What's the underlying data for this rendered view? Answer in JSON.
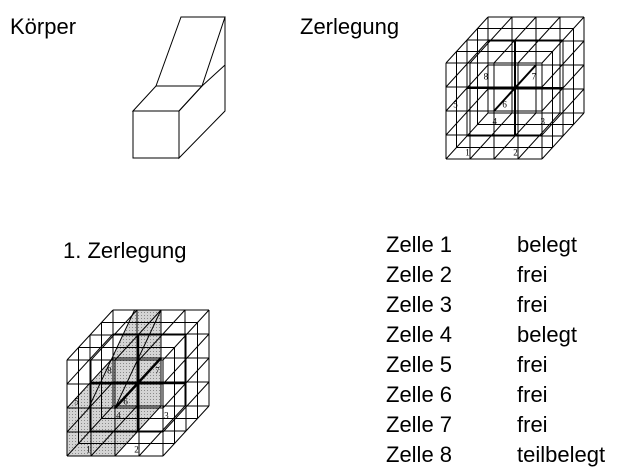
{
  "labels": {
    "body": "Körper",
    "decomposition": "Zerlegung",
    "first_decomposition": "1. Zerlegung"
  },
  "cell_numbers": [
    "1",
    "2",
    "3",
    "4",
    "5",
    "6",
    "7",
    "8"
  ],
  "cells": [
    {
      "name": "Zelle 1",
      "status": "belegt"
    },
    {
      "name": "Zelle 2",
      "status": "frei"
    },
    {
      "name": "Zelle 3",
      "status": "frei"
    },
    {
      "name": "Zelle 4",
      "status": "belegt"
    },
    {
      "name": "Zelle 5",
      "status": "frei"
    },
    {
      "name": "Zelle 6",
      "status": "frei"
    },
    {
      "name": "Zelle 7",
      "status": "frei"
    },
    {
      "name": "Zelle 8",
      "status": "teilbelegt"
    }
  ],
  "colors": {
    "line": "#000000",
    "shade": "#c8c8c8",
    "background": "#ffffff"
  }
}
